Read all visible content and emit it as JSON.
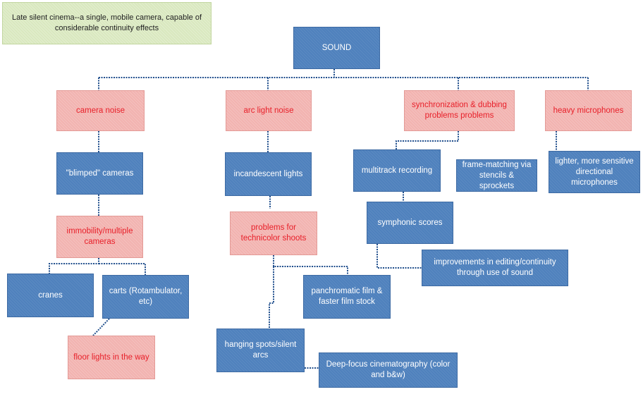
{
  "colors": {
    "box_blue": "#4f81bd",
    "box_pink": "#f2b3b0",
    "text_red": "#e8202a",
    "box_green": "#d9e8bf",
    "connector": "#1f4e8c"
  },
  "diagram": {
    "context_note": "Late silent cinema--a single, mobile camera, capable of considerable continuity effects",
    "root": "SOUND",
    "nodes": {
      "camera_noise": "camera noise",
      "arc_light_noise": "arc light noise",
      "sync_dubbing": "synchronization & dubbing problems problems",
      "heavy_microphones": "heavy microphones",
      "blimped_cameras": "\"blimped\" cameras",
      "incandescent_lights": "incandescent lights",
      "multitrack_recording": "multitrack recording",
      "frame_matching": "frame-matching via stencils & sprockets",
      "lighter_microphones": "lighter, more sensitive directional microphones",
      "immobility": "immobility/multiple cameras",
      "technicolor_problems": "problems for technicolor shoots",
      "symphonic_scores": "symphonic scores",
      "editing_improvements": "improvements in editing/continuity through use of sound",
      "cranes": "cranes",
      "carts": "carts (Rotambulator, etc)",
      "panchromatic_film": "panchromatic film & faster film stock",
      "floor_lights": "floor lights in the way",
      "hanging_spots": "hanging spots/silent arcs",
      "deep_focus": "Deep-focus cinematography (color and b&w)"
    }
  }
}
